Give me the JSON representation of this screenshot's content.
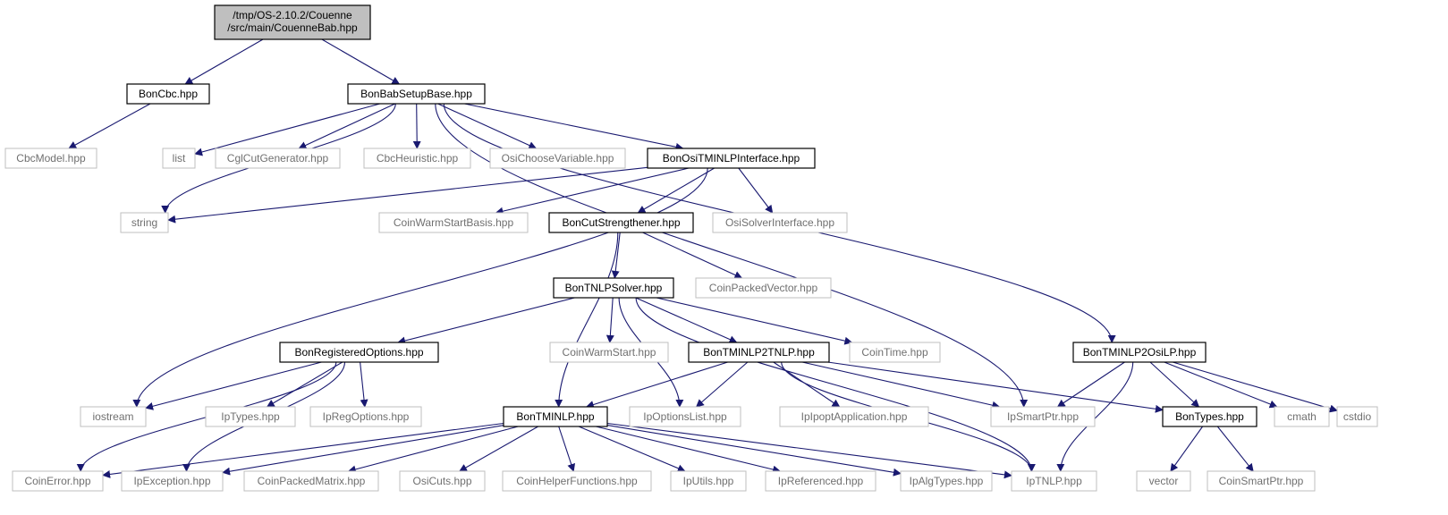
{
  "diagram": {
    "nodes": [
      {
        "id": "root",
        "kind": "root",
        "lines": [
          "/tmp/OS-2.10.2/Couenne",
          "/src/main/CouenneBab.hpp"
        ]
      },
      {
        "id": "boncbc",
        "kind": "internal",
        "label": "BonCbc.hpp"
      },
      {
        "id": "bonbabsetupbase",
        "kind": "internal",
        "label": "BonBabSetupBase.hpp"
      },
      {
        "id": "cbcmodel",
        "kind": "external",
        "label": "CbcModel.hpp"
      },
      {
        "id": "list",
        "kind": "external",
        "label": "list"
      },
      {
        "id": "cglcutgenerator",
        "kind": "external",
        "label": "CglCutGenerator.hpp"
      },
      {
        "id": "cbcheuristic",
        "kind": "external",
        "label": "CbcHeuristic.hpp"
      },
      {
        "id": "osichoosevariable",
        "kind": "external",
        "label": "OsiChooseVariable.hpp"
      },
      {
        "id": "bonositminlpinterface",
        "kind": "internal",
        "label": "BonOsiTMINLPInterface.hpp"
      },
      {
        "id": "string",
        "kind": "external",
        "label": "string"
      },
      {
        "id": "coinwarmstartbasis",
        "kind": "external",
        "label": "CoinWarmStartBasis.hpp"
      },
      {
        "id": "boncutstrengthener",
        "kind": "internal",
        "label": "BonCutStrengthener.hpp"
      },
      {
        "id": "osisolverinterface",
        "kind": "external",
        "label": "OsiSolverInterface.hpp"
      },
      {
        "id": "bontnlpsolver",
        "kind": "internal",
        "label": "BonTNLPSolver.hpp"
      },
      {
        "id": "coinpackedvector",
        "kind": "external",
        "label": "CoinPackedVector.hpp"
      },
      {
        "id": "bonregisteredoptions",
        "kind": "internal",
        "label": "BonRegisteredOptions.hpp"
      },
      {
        "id": "coinwarmstart",
        "kind": "external",
        "label": "CoinWarmStart.hpp"
      },
      {
        "id": "bontminlp2tnlp",
        "kind": "internal",
        "label": "BonTMINLP2TNLP.hpp"
      },
      {
        "id": "cointime",
        "kind": "external",
        "label": "CoinTime.hpp"
      },
      {
        "id": "bontminlp2osilp",
        "kind": "internal",
        "label": "BonTMINLP2OsiLP.hpp"
      },
      {
        "id": "iostream",
        "kind": "external",
        "label": "iostream"
      },
      {
        "id": "iptypes",
        "kind": "external",
        "label": "IpTypes.hpp"
      },
      {
        "id": "ipregoptions",
        "kind": "external",
        "label": "IpRegOptions.hpp"
      },
      {
        "id": "bontminlp",
        "kind": "internal",
        "label": "BonTMINLP.hpp"
      },
      {
        "id": "ipoptionslist",
        "kind": "external",
        "label": "IpOptionsList.hpp"
      },
      {
        "id": "ipipoptapplication",
        "kind": "external",
        "label": "IpIpoptApplication.hpp"
      },
      {
        "id": "ipsmartptr",
        "kind": "external",
        "label": "IpSmartPtr.hpp"
      },
      {
        "id": "bontypes",
        "kind": "internal",
        "label": "BonTypes.hpp"
      },
      {
        "id": "cmath",
        "kind": "external",
        "label": "cmath"
      },
      {
        "id": "cstdio",
        "kind": "external",
        "label": "cstdio"
      },
      {
        "id": "coinerror",
        "kind": "external",
        "label": "CoinError.hpp"
      },
      {
        "id": "ipexception",
        "kind": "external",
        "label": "IpException.hpp"
      },
      {
        "id": "coinpackedmatrix",
        "kind": "external",
        "label": "CoinPackedMatrix.hpp"
      },
      {
        "id": "osicuts",
        "kind": "external",
        "label": "OsiCuts.hpp"
      },
      {
        "id": "coinhelperfunctions",
        "kind": "external",
        "label": "CoinHelperFunctions.hpp"
      },
      {
        "id": "iputils",
        "kind": "external",
        "label": "IpUtils.hpp"
      },
      {
        "id": "ipreferenced",
        "kind": "external",
        "label": "IpReferenced.hpp"
      },
      {
        "id": "ipalgtypes",
        "kind": "external",
        "label": "IpAlgTypes.hpp"
      },
      {
        "id": "iptnlp",
        "kind": "external",
        "label": "IpTNLP.hpp"
      },
      {
        "id": "vector",
        "kind": "external",
        "label": "vector"
      },
      {
        "id": "coinsmartptr",
        "kind": "external",
        "label": "CoinSmartPtr.hpp"
      }
    ],
    "edges": [
      [
        "root",
        "boncbc"
      ],
      [
        "root",
        "bonbabsetupbase"
      ],
      [
        "boncbc",
        "cbcmodel"
      ],
      [
        "bonbabsetupbase",
        "string"
      ],
      [
        "bonbabsetupbase",
        "list"
      ],
      [
        "bonbabsetupbase",
        "cglcutgenerator"
      ],
      [
        "bonbabsetupbase",
        "cbcheuristic"
      ],
      [
        "bonbabsetupbase",
        "osichoosevariable"
      ],
      [
        "bonbabsetupbase",
        "bonositminlpinterface"
      ],
      [
        "bonbabsetupbase",
        "ipsmartptr"
      ],
      [
        "bonbabsetupbase",
        "bontminlp2osilp"
      ],
      [
        "bonositminlpinterface",
        "string"
      ],
      [
        "bonositminlpinterface",
        "iostream"
      ],
      [
        "bonositminlpinterface",
        "coinwarmstartbasis"
      ],
      [
        "bonositminlpinterface",
        "boncutstrengthener"
      ],
      [
        "bonositminlpinterface",
        "osisolverinterface"
      ],
      [
        "boncutstrengthener",
        "bontnlpsolver"
      ],
      [
        "boncutstrengthener",
        "coinpackedvector"
      ],
      [
        "boncutstrengthener",
        "bontminlp"
      ],
      [
        "bontnlpsolver",
        "bonregisteredoptions"
      ],
      [
        "bontnlpsolver",
        "coinwarmstart"
      ],
      [
        "bontnlpsolver",
        "bontminlp2tnlp"
      ],
      [
        "bontnlpsolver",
        "cointime"
      ],
      [
        "bontnlpsolver",
        "ipoptionslist"
      ],
      [
        "bontnlpsolver",
        "iptnlp"
      ],
      [
        "bonregisteredoptions",
        "iostream"
      ],
      [
        "bonregisteredoptions",
        "coinerror"
      ],
      [
        "bonregisteredoptions",
        "iptypes"
      ],
      [
        "bonregisteredoptions",
        "ipregoptions"
      ],
      [
        "bonregisteredoptions",
        "ipexception"
      ],
      [
        "bontminlp2tnlp",
        "bontminlp"
      ],
      [
        "bontminlp2tnlp",
        "ipoptionslist"
      ],
      [
        "bontminlp2tnlp",
        "ipipoptapplication"
      ],
      [
        "bontminlp2tnlp",
        "ipsmartptr"
      ],
      [
        "bontminlp2tnlp",
        "bontypes"
      ],
      [
        "bontminlp2tnlp",
        "iptnlp"
      ],
      [
        "bontminlp2osilp",
        "ipsmartptr"
      ],
      [
        "bontminlp2osilp",
        "bontypes"
      ],
      [
        "bontminlp2osilp",
        "cmath"
      ],
      [
        "bontminlp2osilp",
        "cstdio"
      ],
      [
        "bontminlp2osilp",
        "iptnlp"
      ],
      [
        "bontminlp",
        "coinerror"
      ],
      [
        "bontminlp",
        "ipexception"
      ],
      [
        "bontminlp",
        "coinpackedmatrix"
      ],
      [
        "bontminlp",
        "osicuts"
      ],
      [
        "bontminlp",
        "coinhelperfunctions"
      ],
      [
        "bontminlp",
        "iputils"
      ],
      [
        "bontminlp",
        "ipreferenced"
      ],
      [
        "bontminlp",
        "ipalgtypes"
      ],
      [
        "bontminlp",
        "iptnlp"
      ],
      [
        "bontypes",
        "vector"
      ],
      [
        "bontypes",
        "coinsmartptr"
      ]
    ],
    "colors": {
      "edge": "#191970",
      "root_fill": "#bfbfbf",
      "internal_border": "#000000",
      "external_border": "#bfbfbf",
      "external_text": "#707070"
    }
  }
}
